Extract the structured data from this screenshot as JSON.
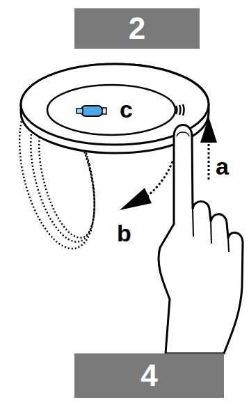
{
  "diagram": {
    "nodes": [
      {
        "text": [
          "2"
        ]
      },
      {
        "text": [
          "4"
        ]
      }
    ],
    "labels": [
      "c",
      "a",
      "b"
    ]
  }
}
